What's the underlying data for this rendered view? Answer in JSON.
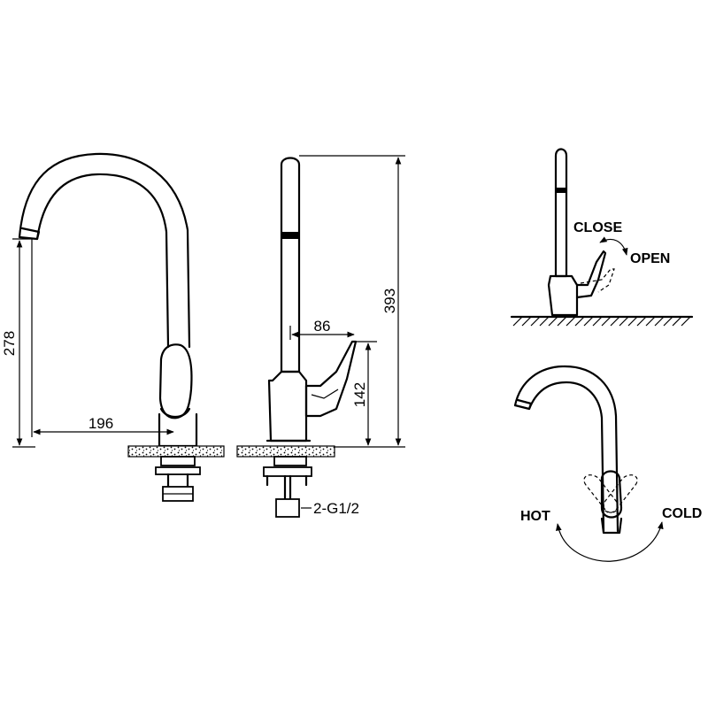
{
  "dimensions": {
    "total_height": "393",
    "spout_height": "278",
    "spout_reach": "196",
    "handle_offset": "86",
    "handle_height": "142",
    "connection": "2-G1/2"
  },
  "labels": {
    "close": "CLOSE",
    "open": "OPEN",
    "hot": "HOT",
    "cold": "COLD"
  }
}
